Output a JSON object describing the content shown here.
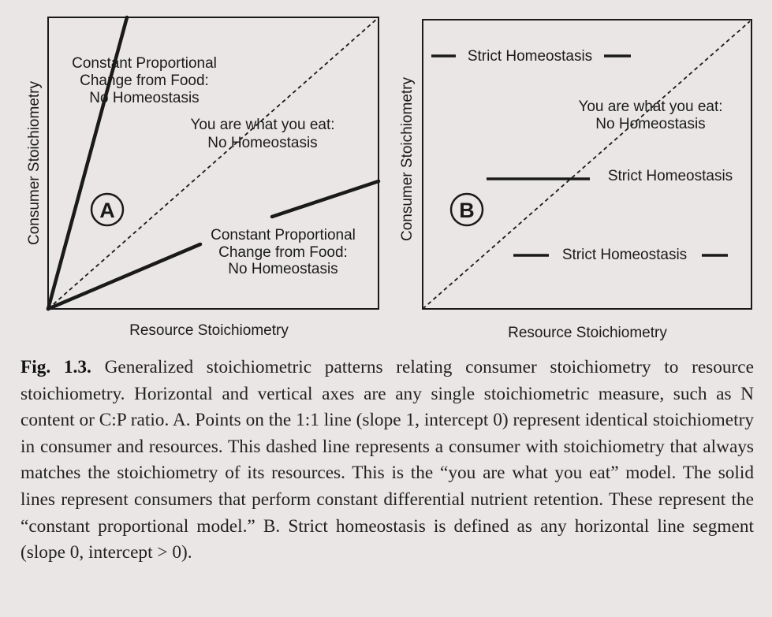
{
  "panel_a": {
    "badge": "A",
    "ylabel": "Consumer Stoichiometry",
    "xlabel": "Resource Stoichiometry",
    "label_steep": [
      "Constant Proportional",
      "Change from Food:",
      "No Homeostasis"
    ],
    "label_diagonal": [
      "You are what you eat:",
      "No Homeostasis"
    ],
    "label_shallow": [
      "Constant Proportional",
      "Change from Food:",
      "No Homeostasis"
    ]
  },
  "panel_b": {
    "badge": "B",
    "ylabel": "Consumer Stoichiometry",
    "xlabel": "Resource Stoichiometry",
    "label_diagonal": [
      "You are what you eat:",
      "No Homeostasis"
    ],
    "label_top": "Strict Homeostasis",
    "label_mid": "Strict Homeostasis",
    "label_low": "Strict Homeostasis"
  },
  "caption": {
    "fig_label": "Fig. 1.3.",
    "text": "Generalized stoichiometric patterns relating consumer stoichiometry to resource stoichiometry. Horizontal and vertical axes are any single stoichiometric measure, such as N content or C:P ratio. A. Points on the 1:1 line (slope 1, intercept 0) represent identical stoichiometry in consumer and resources. This dashed line represents a consumer with stoichiometry that always matches the stoichiometry of its resources. This is the “you are what you eat” model. The solid lines represent consumers that perform constant differential nutrient retention. These represent the “constant proportional model.” B. Strict homeostasis is defined as any horizontal line segment (slope 0, intercept > 0)."
  }
}
